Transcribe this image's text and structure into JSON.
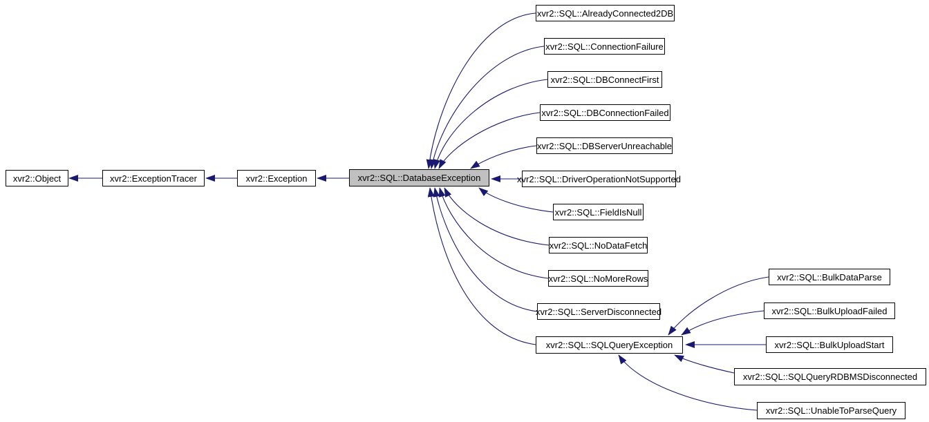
{
  "diagram": {
    "type": "class-inheritance-graph",
    "colors": {
      "edge": "#191970",
      "node_border": "#000000",
      "node_fill": "#ffffff",
      "highlighted_node_fill": "#c0c0c0",
      "background": "#ffffff"
    },
    "highlighted_node": "xvr2::SQL::DatabaseException",
    "nodes": [
      {
        "id": "object",
        "label": "xvr2::Object"
      },
      {
        "id": "exceptiontracer",
        "label": "xvr2::ExceptionTracer"
      },
      {
        "id": "exception",
        "label": "xvr2::Exception"
      },
      {
        "id": "databaseexception",
        "label": "xvr2::SQL::DatabaseException"
      },
      {
        "id": "alreadyconnected2db",
        "label": "xvr2::SQL::AlreadyConnected2DB"
      },
      {
        "id": "connectionfailure",
        "label": "xvr2::SQL::ConnectionFailure"
      },
      {
        "id": "dbconnectfirst",
        "label": "xvr2::SQL::DBConnectFirst"
      },
      {
        "id": "dbconnectionfailed",
        "label": "xvr2::SQL::DBConnectionFailed"
      },
      {
        "id": "dbserverunreachable",
        "label": "xvr2::SQL::DBServerUnreachable"
      },
      {
        "id": "driveroperationnotsupported",
        "label": "xvr2::SQL::DriverOperationNotSupported"
      },
      {
        "id": "fieldisnull",
        "label": "xvr2::SQL::FieldIsNull"
      },
      {
        "id": "nodatafetch",
        "label": "xvr2::SQL::NoDataFetch"
      },
      {
        "id": "nomorerows",
        "label": "xvr2::SQL::NoMoreRows"
      },
      {
        "id": "serverdisconnected",
        "label": "xvr2::SQL::ServerDisconnected"
      },
      {
        "id": "sqlqueryexception",
        "label": "xvr2::SQL::SQLQueryException"
      },
      {
        "id": "bulkdataparse",
        "label": "xvr2::SQL::BulkDataParse"
      },
      {
        "id": "bulkuploadfailed",
        "label": "xvr2::SQL::BulkUploadFailed"
      },
      {
        "id": "bulkuploadstart",
        "label": "xvr2::SQL::BulkUploadStart"
      },
      {
        "id": "sqlqueryrdbmsdisconnected",
        "label": "xvr2::SQL::SQLQueryRDBMSDisconnected"
      },
      {
        "id": "unabletoparsequery",
        "label": "xvr2::SQL::UnableToParseQuery"
      }
    ],
    "edges": [
      {
        "derived": "xvr2::ExceptionTracer",
        "base": "xvr2::Object"
      },
      {
        "derived": "xvr2::Exception",
        "base": "xvr2::ExceptionTracer"
      },
      {
        "derived": "xvr2::SQL::DatabaseException",
        "base": "xvr2::Exception"
      },
      {
        "derived": "xvr2::SQL::AlreadyConnected2DB",
        "base": "xvr2::SQL::DatabaseException"
      },
      {
        "derived": "xvr2::SQL::ConnectionFailure",
        "base": "xvr2::SQL::DatabaseException"
      },
      {
        "derived": "xvr2::SQL::DBConnectFirst",
        "base": "xvr2::SQL::DatabaseException"
      },
      {
        "derived": "xvr2::SQL::DBConnectionFailed",
        "base": "xvr2::SQL::DatabaseException"
      },
      {
        "derived": "xvr2::SQL::DBServerUnreachable",
        "base": "xvr2::SQL::DatabaseException"
      },
      {
        "derived": "xvr2::SQL::DriverOperationNotSupported",
        "base": "xvr2::SQL::DatabaseException"
      },
      {
        "derived": "xvr2::SQL::FieldIsNull",
        "base": "xvr2::SQL::DatabaseException"
      },
      {
        "derived": "xvr2::SQL::NoDataFetch",
        "base": "xvr2::SQL::DatabaseException"
      },
      {
        "derived": "xvr2::SQL::NoMoreRows",
        "base": "xvr2::SQL::DatabaseException"
      },
      {
        "derived": "xvr2::SQL::ServerDisconnected",
        "base": "xvr2::SQL::DatabaseException"
      },
      {
        "derived": "xvr2::SQL::SQLQueryException",
        "base": "xvr2::SQL::DatabaseException"
      },
      {
        "derived": "xvr2::SQL::BulkDataParse",
        "base": "xvr2::SQL::SQLQueryException"
      },
      {
        "derived": "xvr2::SQL::BulkUploadFailed",
        "base": "xvr2::SQL::SQLQueryException"
      },
      {
        "derived": "xvr2::SQL::BulkUploadStart",
        "base": "xvr2::SQL::SQLQueryException"
      },
      {
        "derived": "xvr2::SQL::SQLQueryRDBMSDisconnected",
        "base": "xvr2::SQL::SQLQueryException"
      },
      {
        "derived": "xvr2::SQL::UnableToParseQuery",
        "base": "xvr2::SQL::SQLQueryException"
      }
    ]
  }
}
